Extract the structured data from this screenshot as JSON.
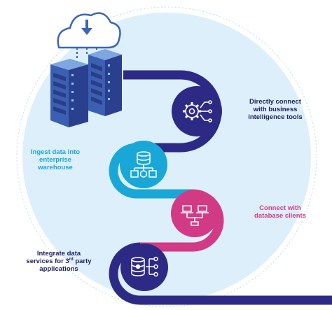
{
  "labels": {
    "bi": {
      "line1": "Directly connect",
      "line2": "with business",
      "line3": "intelligence tools"
    },
    "ingest": {
      "line1": "Ingest data into",
      "line2": "enterprise",
      "line3": "warehouse"
    },
    "db": {
      "line1": "Connect with",
      "line2": "database clients"
    },
    "third_party": {
      "line1": "Integrate data",
      "line2_prefix": "services for 3",
      "line2_sup": "rd",
      "line2_suffix": " party",
      "line3": "applications"
    }
  },
  "colors": {
    "navy": "#2d2a86",
    "cyan": "#19a7d8",
    "magenta": "#d23a86",
    "background_circle": "#dceffa",
    "dark_text": "#1f1f5c"
  },
  "icons": [
    "cloud-download-icon",
    "server-rack-icon",
    "gear-network-icon",
    "database-warehouse-icon",
    "laptop-network-icon",
    "database-connect-icon"
  ]
}
